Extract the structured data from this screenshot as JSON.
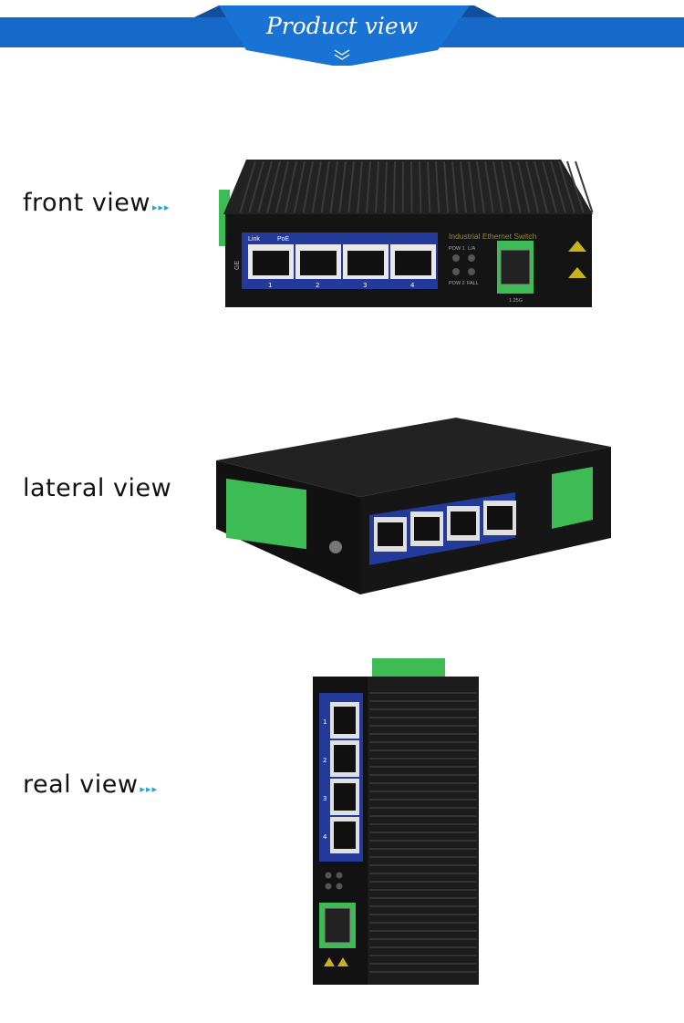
{
  "header": {
    "title": "Product view",
    "chevron_icon": "double-chevron-down-icon",
    "color": "#1769c9"
  },
  "views": [
    {
      "label": "front view",
      "arrows": "▸▸▸"
    },
    {
      "label": "lateral view"
    },
    {
      "label": "real view",
      "arrows": "▸▸▸"
    }
  ],
  "device": {
    "name": "Industrial Ethernet Switch",
    "ports": [
      "1",
      "2",
      "3",
      "4"
    ],
    "port_labels": [
      "Link",
      "PoE",
      "GE"
    ],
    "leds": [
      "POW 1",
      "L/A",
      "POW 2",
      "FALL"
    ],
    "sfp_label": "1.25G"
  }
}
